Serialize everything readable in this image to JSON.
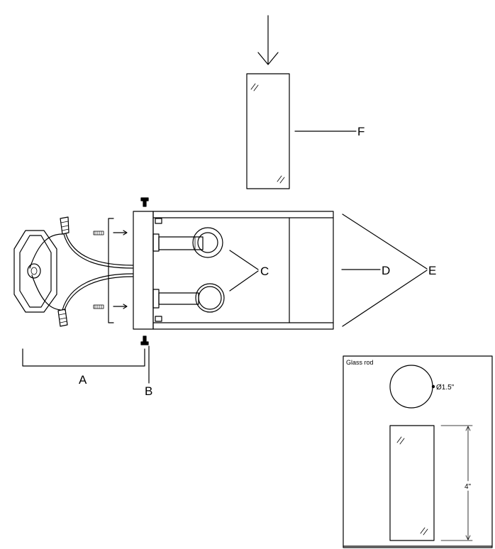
{
  "labels": {
    "a": "A",
    "b": "B",
    "c": "C",
    "d": "D",
    "e": "E",
    "f": "F"
  },
  "inset": {
    "title": "Glass rod",
    "diameter": "Ø1.5\"",
    "length": "4\""
  }
}
